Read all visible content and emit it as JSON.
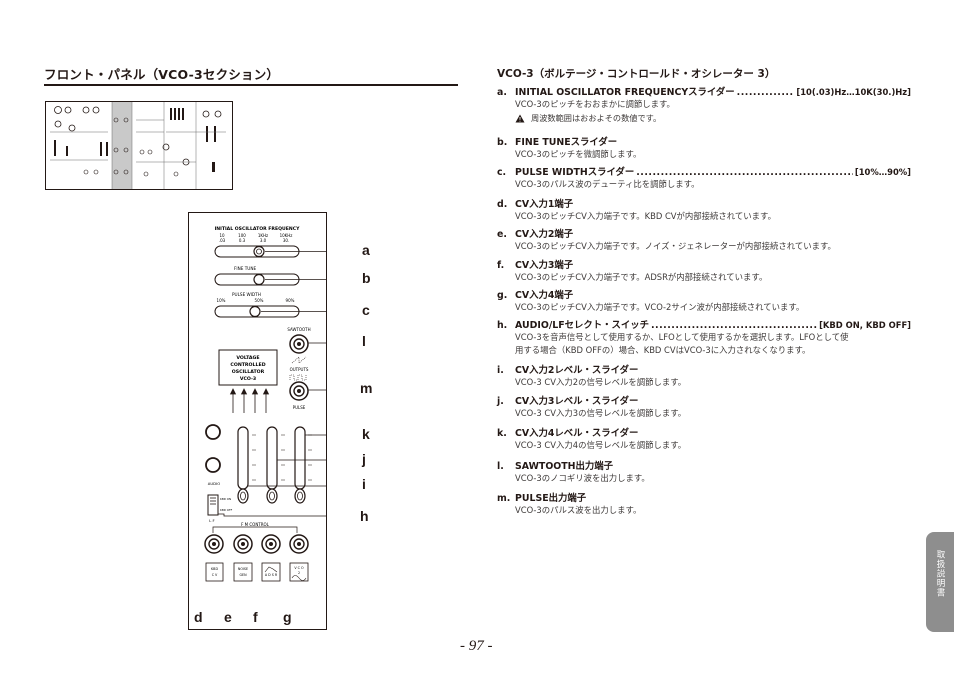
{
  "page_title": "フロント・パネル（VCO-3セクション）",
  "panel": {
    "labels": {
      "frequency_header": "INITIAL OSCILLATOR FREQUENCY",
      "frequency_ticks_top": [
        "10",
        "100",
        "1KHz",
        "10KHz"
      ],
      "frequency_ticks_bottom": [
        ".03",
        "0.3",
        "3.0",
        "30."
      ],
      "fine_tune": "FINE TUNE",
      "pulse_width": "PULSE WIDTH",
      "pulse_ticks": [
        "10%",
        "50%",
        "90%"
      ],
      "vco_box": [
        "VOLTAGE",
        "CONTROLLED",
        "OSCILLATOR",
        "VCO-3"
      ],
      "sawtooth": "SAWTOOTH",
      "outputs": "OUTPUTS",
      "pulse": "PULSE",
      "audio": "AUDIO",
      "kbd_on": "KBD ON",
      "kbd_off": "KBD OFF",
      "lf": "L F",
      "fm_control": "F M   CONTROL",
      "jack_boxes": [
        [
          "KBD",
          "C V"
        ],
        [
          "NOISE",
          "GEN"
        ],
        [
          "A D S R"
        ],
        [
          "V C O",
          "2"
        ]
      ]
    },
    "callouts": [
      "a",
      "b",
      "c",
      "l",
      "m",
      "k",
      "j",
      "i",
      "h",
      "d",
      "e",
      "f",
      "g"
    ]
  },
  "section": {
    "heading": "VCO-3（ボルテージ・コントロールド・オシレーター 3）",
    "items": [
      {
        "letter": "a.",
        "name": "INITIAL OSCILLATOR FREQUENCYスライダー",
        "range": "[10(.03)Hz…10K(30.)Hz]",
        "desc": [
          "VCO-3のピッチをおおまかに調節します。"
        ],
        "note": "周波数範囲はおおよその数値です。"
      },
      {
        "letter": "b.",
        "name": "FINE TUNEスライダー",
        "range": "",
        "desc": [
          "VCO-3のピッチを微調節します。"
        ]
      },
      {
        "letter": "c.",
        "name": "PULSE WIDTHスライダー",
        "range": "[10%…90%]",
        "desc": [
          "VCO-3のパルス波のデューティ比を調節します。"
        ]
      },
      {
        "letter": "d.",
        "name": "CV入力1端子",
        "range": "",
        "desc": [
          "VCO-3のピッチCV入力端子です。KBD CVが内部接続されています。"
        ]
      },
      {
        "letter": "e.",
        "name": "CV入力2端子",
        "range": "",
        "desc": [
          "VCO-3のピッチCV入力端子です。ノイズ・ジェネレーターが内部接続されています。"
        ]
      },
      {
        "letter": "f.",
        "name": "CV入力3端子",
        "range": "",
        "desc": [
          "VCO-3のピッチCV入力端子です。ADSRが内部接続されています。"
        ]
      },
      {
        "letter": "g.",
        "name": "CV入力4端子",
        "range": "",
        "desc": [
          "VCO-3のピッチCV入力端子です。VCO-2サイン波が内部接続されています。"
        ]
      },
      {
        "letter": "h.",
        "name": "AUDIO/LFセレクト・スイッチ",
        "range": "[KBD ON, KBD OFF]",
        "desc": [
          "VCO-3を音声信号として使用するか、LFOとして使用するかを選択します。LFOとして使",
          "用する場合（KBD OFFの）場合、KBD CVはVCO-3に入力されなくなります。"
        ]
      },
      {
        "letter": "i.",
        "name": "CV入力2レベル・スライダー",
        "range": "",
        "desc": [
          "VCO-3 CV入力2の信号レベルを調節します。"
        ]
      },
      {
        "letter": "j.",
        "name": "CV入力3レベル・スライダー",
        "range": "",
        "desc": [
          "VCO-3 CV入力3の信号レベルを調節します。"
        ]
      },
      {
        "letter": "k.",
        "name": "CV入力4レベル・スライダー",
        "range": "",
        "desc": [
          "VCO-3 CV入力4の信号レベルを調節します。"
        ]
      },
      {
        "letter": "l.",
        "name": "SAWTOOTH出力端子",
        "range": "",
        "desc": [
          "VCO-3のノコギリ波を出力します。"
        ]
      },
      {
        "letter": "m.",
        "name": "PULSE出力端子",
        "range": "",
        "desc": [
          "VCO-3のパルス波を出力します。"
        ]
      }
    ]
  },
  "page_number": "- 97 -",
  "side_tab": "取扱説明書"
}
